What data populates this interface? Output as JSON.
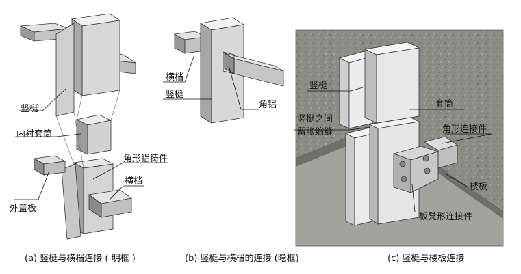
{
  "panel_a": {
    "labels": {
      "mullion": "竖梃",
      "inner_sleeve": "内衬套筒",
      "angle_casting": "角形铝铸件",
      "transom": "横档",
      "outer_cover": "外盖板"
    },
    "caption": "(a) 竖梃与横档连接 ( 明框 )"
  },
  "panel_b": {
    "labels": {
      "transom": "横档",
      "mullion": "竖梃",
      "angle_aluminum": "角铝"
    },
    "caption": "(b) 竖梃与横档的连接 (隐框)"
  },
  "panel_c": {
    "labels": {
      "mullion": "竖梃",
      "sleeve": "套筒",
      "gap_line1": "竖梃之间",
      "gap_line2": "留胀缩缝",
      "angle_connector": "角形连接件",
      "floor_slab": "楼板",
      "stool_connector": "板凳形连接件"
    },
    "caption": "(c) 竖梃与楼板连接"
  }
}
